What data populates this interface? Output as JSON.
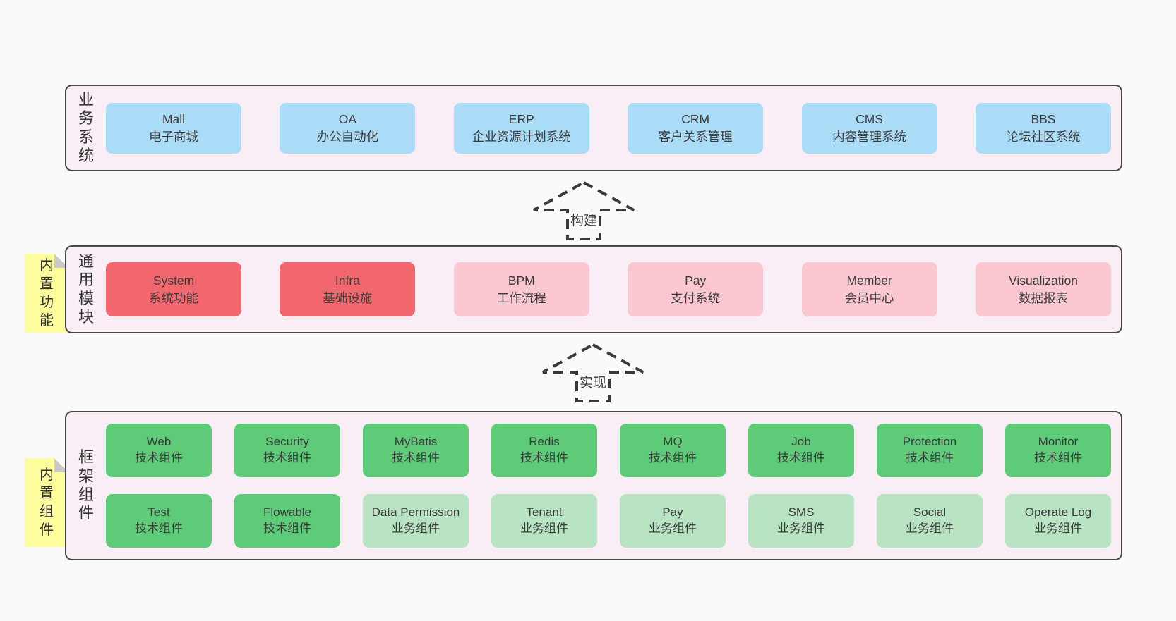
{
  "palette": {
    "page_bg": "#fafafa",
    "band_bg": "#f9edf6",
    "band_border": "#4a4a4a",
    "box_blue": "#aadcf7",
    "box_red": "#f3686e",
    "box_pink": "#fbc8d1",
    "box_green": "#5ecb79",
    "box_green_light": "#b9e4c3",
    "tag_yellow": "#fdfd9e",
    "tag_fold_gray": "#c9c9c9",
    "text": "#3a3a3a"
  },
  "arrows": [
    {
      "label": "构建"
    },
    {
      "label": "实现"
    }
  ],
  "layers": [
    {
      "label": "业务系统",
      "boxes": [
        {
          "title": "Mall",
          "subtitle": "电子商城",
          "variant": "blue"
        },
        {
          "title": "OA",
          "subtitle": "办公自动化",
          "variant": "blue"
        },
        {
          "title": "ERP",
          "subtitle": "企业资源计划系统",
          "variant": "blue"
        },
        {
          "title": "CRM",
          "subtitle": "客户关系管理",
          "variant": "blue"
        },
        {
          "title": "CMS",
          "subtitle": "内容管理系统",
          "variant": "blue"
        },
        {
          "title": "BBS",
          "subtitle": "论坛社区系统",
          "variant": "blue"
        }
      ]
    },
    {
      "label": "通用模块",
      "tag": "内置功能",
      "boxes": [
        {
          "title": "System",
          "subtitle": "系统功能",
          "variant": "red"
        },
        {
          "title": "Infra",
          "subtitle": "基础设施",
          "variant": "red"
        },
        {
          "title": "BPM",
          "subtitle": "工作流程",
          "variant": "pink"
        },
        {
          "title": "Pay",
          "subtitle": "支付系统",
          "variant": "pink"
        },
        {
          "title": "Member",
          "subtitle": "会员中心",
          "variant": "pink"
        },
        {
          "title": "Visualization",
          "subtitle": "数据报表",
          "variant": "pink"
        }
      ]
    },
    {
      "label": "框架组件",
      "tag": "内置组件",
      "rows": [
        [
          {
            "title": "Web",
            "subtitle": "技术组件",
            "variant": "green"
          },
          {
            "title": "Security",
            "subtitle": "技术组件",
            "variant": "green"
          },
          {
            "title": "MyBatis",
            "subtitle": "技术组件",
            "variant": "green"
          },
          {
            "title": "Redis",
            "subtitle": "技术组件",
            "variant": "green"
          },
          {
            "title": "MQ",
            "subtitle": "技术组件",
            "variant": "green"
          },
          {
            "title": "Job",
            "subtitle": "技术组件",
            "variant": "green"
          },
          {
            "title": "Protection",
            "subtitle": "技术组件",
            "variant": "green"
          },
          {
            "title": "Monitor",
            "subtitle": "技术组件",
            "variant": "green"
          }
        ],
        [
          {
            "title": "Test",
            "subtitle": "技术组件",
            "variant": "green"
          },
          {
            "title": "Flowable",
            "subtitle": "技术组件",
            "variant": "green"
          },
          {
            "title": "Data Permission",
            "subtitle": "业务组件",
            "variant": "green-light"
          },
          {
            "title": "Tenant",
            "subtitle": "业务组件",
            "variant": "green-light"
          },
          {
            "title": "Pay",
            "subtitle": "业务组件",
            "variant": "green-light"
          },
          {
            "title": "SMS",
            "subtitle": "业务组件",
            "variant": "green-light"
          },
          {
            "title": "Social",
            "subtitle": "业务组件",
            "variant": "green-light"
          },
          {
            "title": "Operate Log",
            "subtitle": "业务组件",
            "variant": "green-light"
          }
        ]
      ]
    }
  ]
}
